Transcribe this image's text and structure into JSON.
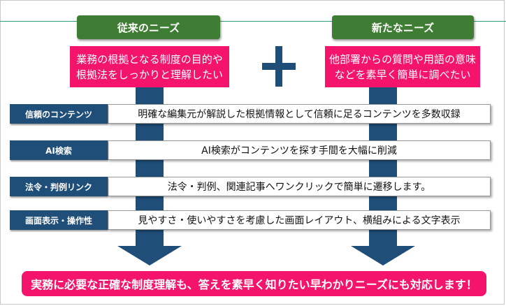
{
  "left_header": "従来のニーズ",
  "right_header": "新たなニーズ",
  "left_need": [
    "業務の根拠となる制度の目的や",
    "根拠法をしっかりと理解したい"
  ],
  "right_need": [
    "他部署からの質問や用語の意味",
    "などを素早く簡単に調べたい"
  ],
  "rows": [
    {
      "label": "信頼のコンテンツ",
      "text": "明確な編集元が解説した根拠情報として信頼に足るコンテンツを多数収録"
    },
    {
      "label": "AI検索",
      "text": "AI検索がコンテンツを探す手間を大幅に削減"
    },
    {
      "label": "法令・判例リンク",
      "text": "法令・判例、関連記事へワンクリックで簡単に遷移します。"
    },
    {
      "label": "画面表示・操作性",
      "text": "見やすさ・使いやすさを考慮した画面レイアウト、横組みによる文字表示"
    }
  ],
  "conclusion": "実務に必要な正確な制度理解も、答えを素早く知りたい早わかりニーズにも対応します！",
  "colors": {
    "green": "#3e7d33",
    "pink": "#f5146b",
    "navy": "#1f4e79"
  }
}
